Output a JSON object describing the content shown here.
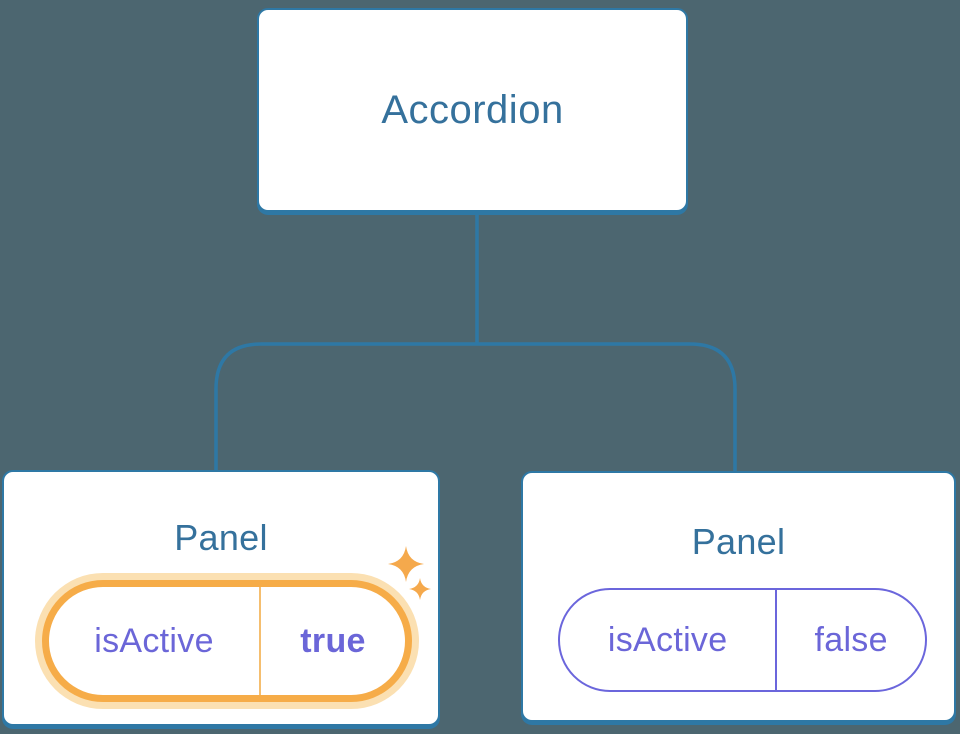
{
  "root_label": "Accordion",
  "panels": [
    {
      "title": "Panel",
      "prop_name": "isActive",
      "prop_value": "true"
    },
    {
      "title": "Panel",
      "prop_name": "isActive",
      "prop_value": "false"
    }
  ],
  "colors": {
    "bg": "#4C6670",
    "line": "#2E78A5",
    "box-fill": "#FFFFFF",
    "title-text": "#35719C",
    "prop-text": "#6B66D8",
    "prop-border": "#6B66DC",
    "highlight": "#F6AC48",
    "highlight-glow": "#FBE0B2",
    "highlight-divider": "#F5BE6F",
    "sparkle": "#F5A94C"
  }
}
